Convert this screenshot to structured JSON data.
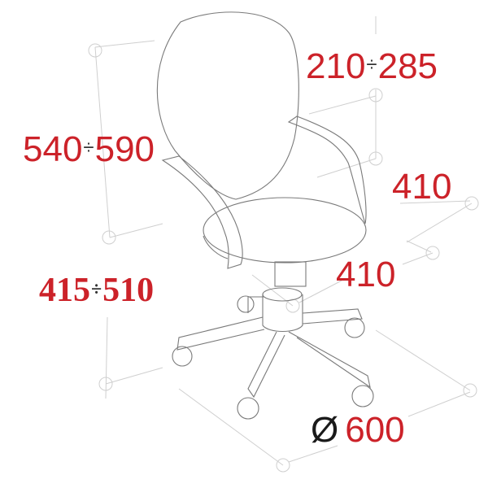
{
  "diagram": {
    "subject": "office-chair-dimensions",
    "colors": {
      "dimension_text": "#cc2229",
      "outline": "#777777",
      "dimension_lines": "#cfcfcf",
      "diameter_symbol": "#1a1a1a"
    },
    "labels": {
      "backrest_height": {
        "min": "210",
        "separator": "÷",
        "max": "285"
      },
      "total_height": {
        "min": "540",
        "separator": "÷",
        "max": "590"
      },
      "seat_depth": {
        "value": "410"
      },
      "seat_width": {
        "value": "410"
      },
      "seat_height": {
        "min": "415",
        "separator": "÷",
        "max": "510"
      },
      "base_diameter": {
        "symbol": "Ø",
        "value": "600"
      }
    }
  }
}
